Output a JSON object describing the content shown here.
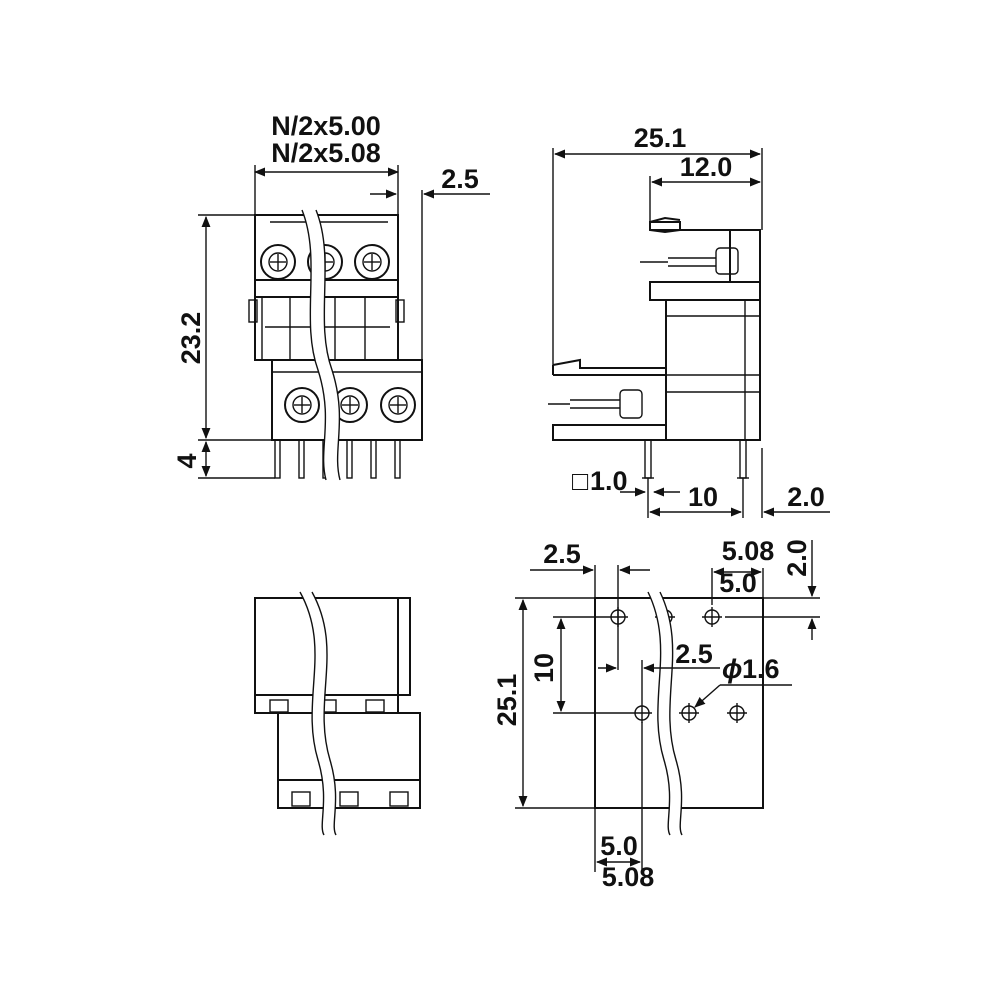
{
  "front_view": {
    "pitch_a": "N/2x5.00",
    "pitch_b": "N/2x5.08",
    "offset": "2.5",
    "height": "23.2",
    "pin_length": "4"
  },
  "side_view": {
    "total_depth": "25.1",
    "upper_depth": "12.0",
    "pin_size_prefix": "□",
    "pin_size": "1.0",
    "pin_spacing": "10",
    "pin_offset": "2.0"
  },
  "hole_pattern": {
    "offset_left": "2.5",
    "pitch_top_a": "5.08",
    "pitch_top_b": "5.0",
    "top_margin": "2.0",
    "row_spacing": "10",
    "total_height": "25.1",
    "row_offset": "2.5",
    "hole_diameter_prefix": "ϕ",
    "hole_diameter": "1.6",
    "pitch_bottom_a": "5.0",
    "pitch_bottom_b": "5.08"
  },
  "colors": {
    "line": "#111111",
    "background": "#ffffff"
  }
}
